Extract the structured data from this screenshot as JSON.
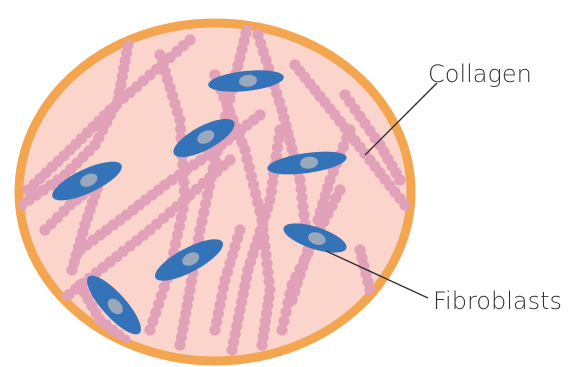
{
  "labels": {
    "collagen": "Collagen",
    "fibroblasts": "Fibroblasts"
  },
  "colors": {
    "tissue_fill": "#fbd4cc",
    "tissue_border": "#f3a550",
    "collagen_bead": "#e1a1b8",
    "fibroblast_body": "#3473b7",
    "fibroblast_nucleus": "#9aa8bd",
    "leader_line": "#333333"
  },
  "icons": {
    "collagen": "beaded-fiber",
    "fibroblast": "spindle-cell-with-nucleus"
  }
}
